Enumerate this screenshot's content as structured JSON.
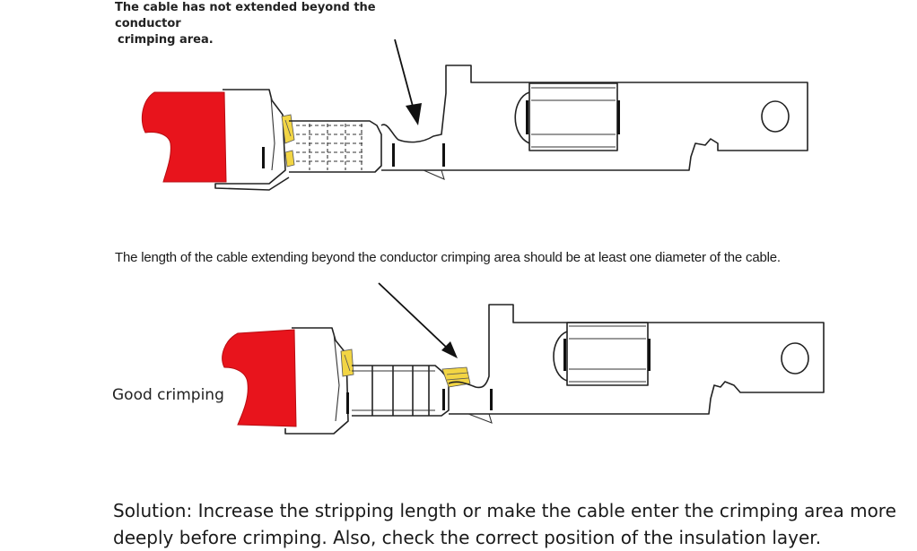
{
  "captions": {
    "top_line1": "The cable has not extended beyond the conductor",
    "top_line2": "crimping area.",
    "middle": "The length of the cable extending beyond the conductor crimping area should be at least one diameter of the cable.",
    "good": "Good crimping"
  },
  "solution": {
    "line1": "Solution: Increase the stripping length or make the cable enter the crimping area more",
    "line2": "deeply before crimping. Also, check the correct position of the insulation layer."
  },
  "colors": {
    "insulation": "#e8141c",
    "conductor_strands": "#f2d544",
    "outline": "#222222",
    "background": "#ffffff"
  },
  "icons": {
    "pointer_top": "arrow-icon",
    "pointer_bottom": "arrow-icon"
  }
}
